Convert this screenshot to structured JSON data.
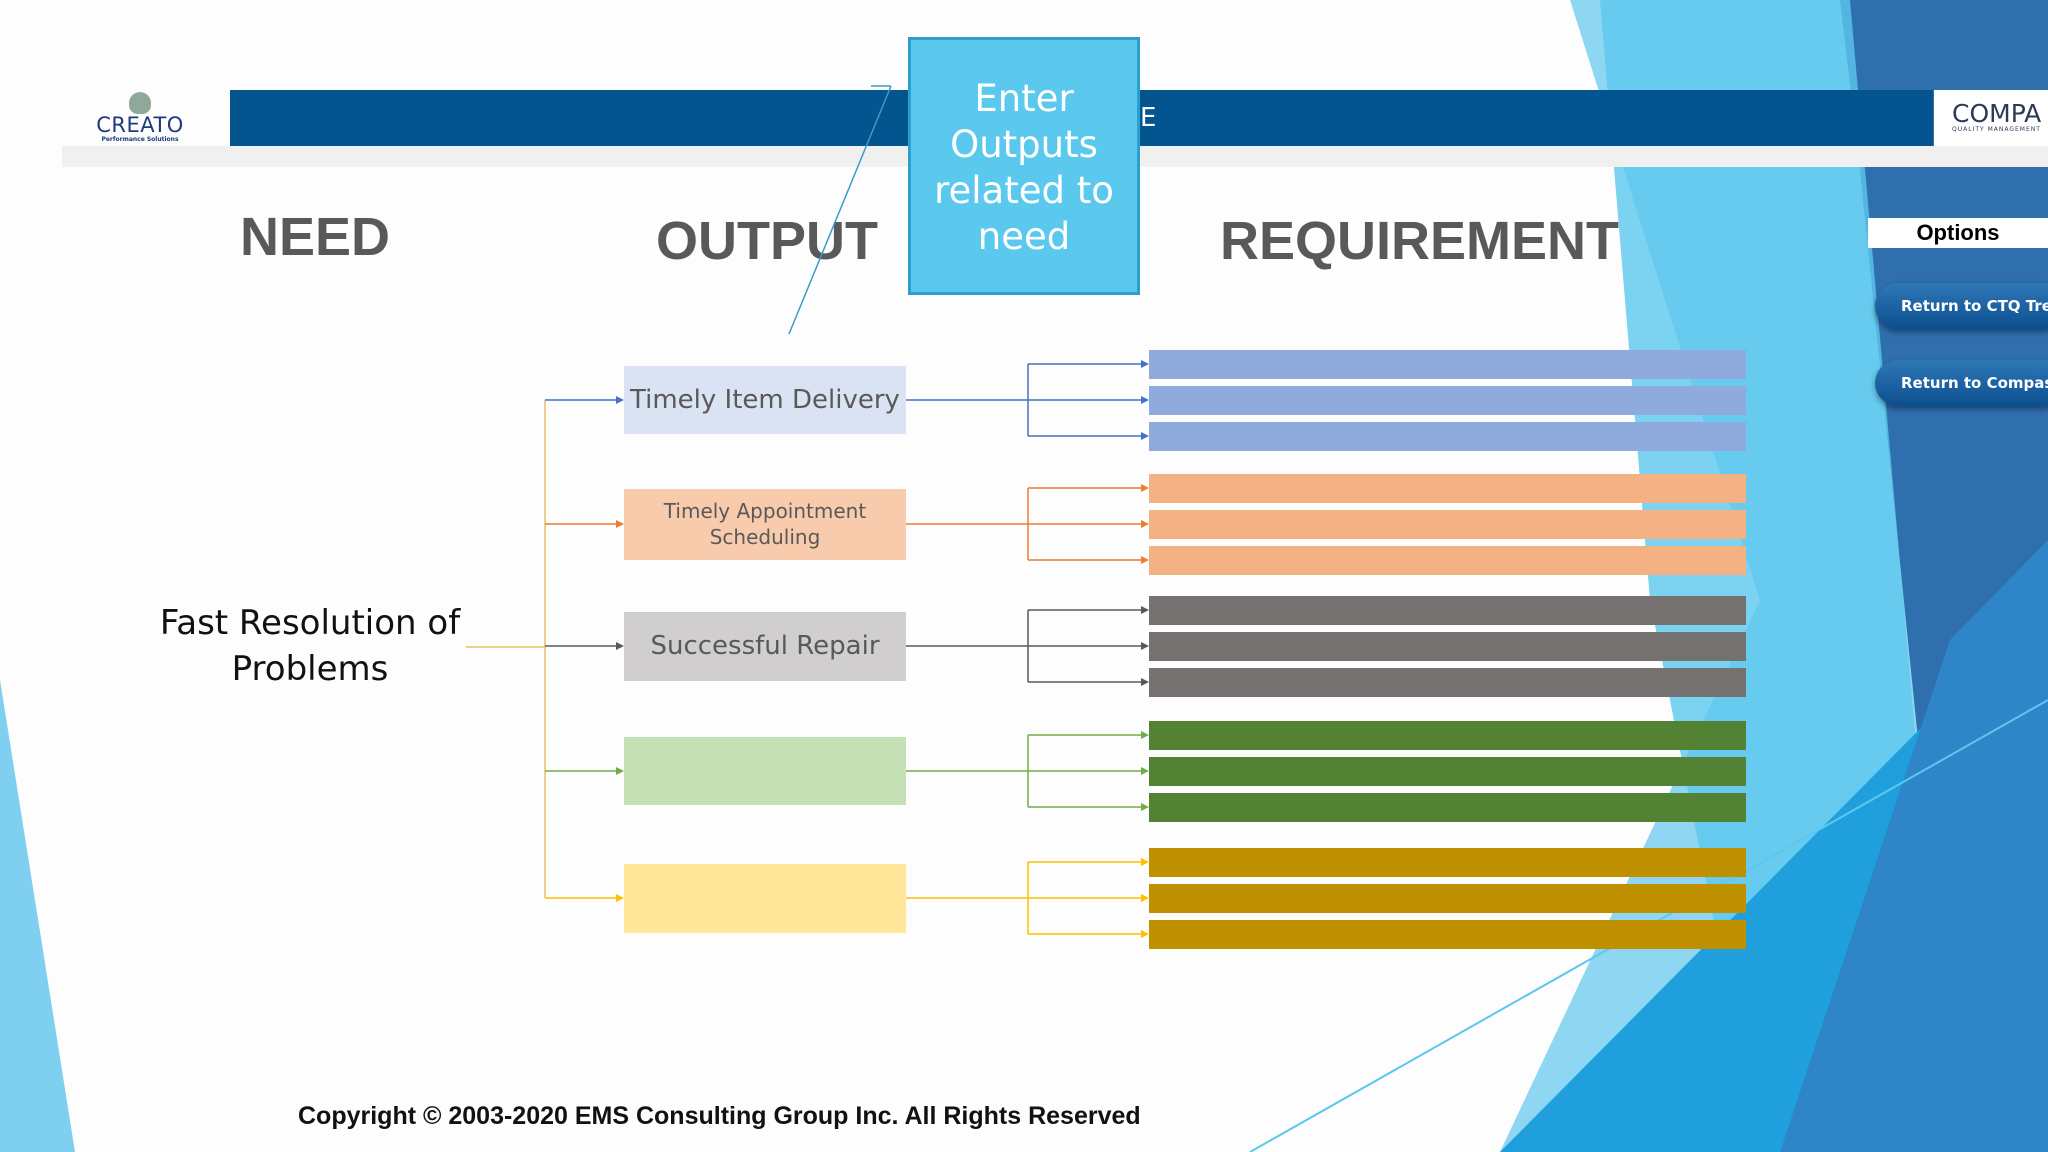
{
  "header": {
    "title_fragment": "E",
    "left_logo": {
      "name": "CREATO",
      "tagline": "Performance Solutions"
    },
    "right_logo": {
      "name": "COMPA",
      "tagline": "QUALITY MANAGEMENT"
    }
  },
  "callout": {
    "text": "Enter Outputs related to need"
  },
  "columns": {
    "need": "NEED",
    "output": "OUTPUT",
    "requirement": "REQUIREMENT"
  },
  "need": {
    "line1": "Fast Resolution of",
    "line2": "Problems"
  },
  "outputs": [
    {
      "label": "Timely Item Delivery",
      "box_color": "#dae3f3",
      "bar_color": "#8faadc",
      "line_color": "#4472c4"
    },
    {
      "label": "Timely Appointment Scheduling",
      "box_color": "#f8cbad",
      "bar_color": "#f4b183",
      "line_color": "#ed7d31"
    },
    {
      "label": "Successful Repair",
      "box_color": "#d0cece",
      "bar_color": "#767171",
      "line_color": "#595959"
    },
    {
      "label": "",
      "box_color": "#c5e0b4",
      "bar_color": "#548235",
      "line_color": "#70ad47"
    },
    {
      "label": "",
      "box_color": "#ffe699",
      "bar_color": "#bf9000",
      "line_color": "#ffc000"
    }
  ],
  "options": {
    "title": "Options",
    "buttons": [
      "Return to CTQ Tree",
      "Return to Compass"
    ]
  },
  "footer": {
    "copyright": "Copyright © 2003-2020 EMS Consulting Group Inc. All Rights Reserved"
  }
}
